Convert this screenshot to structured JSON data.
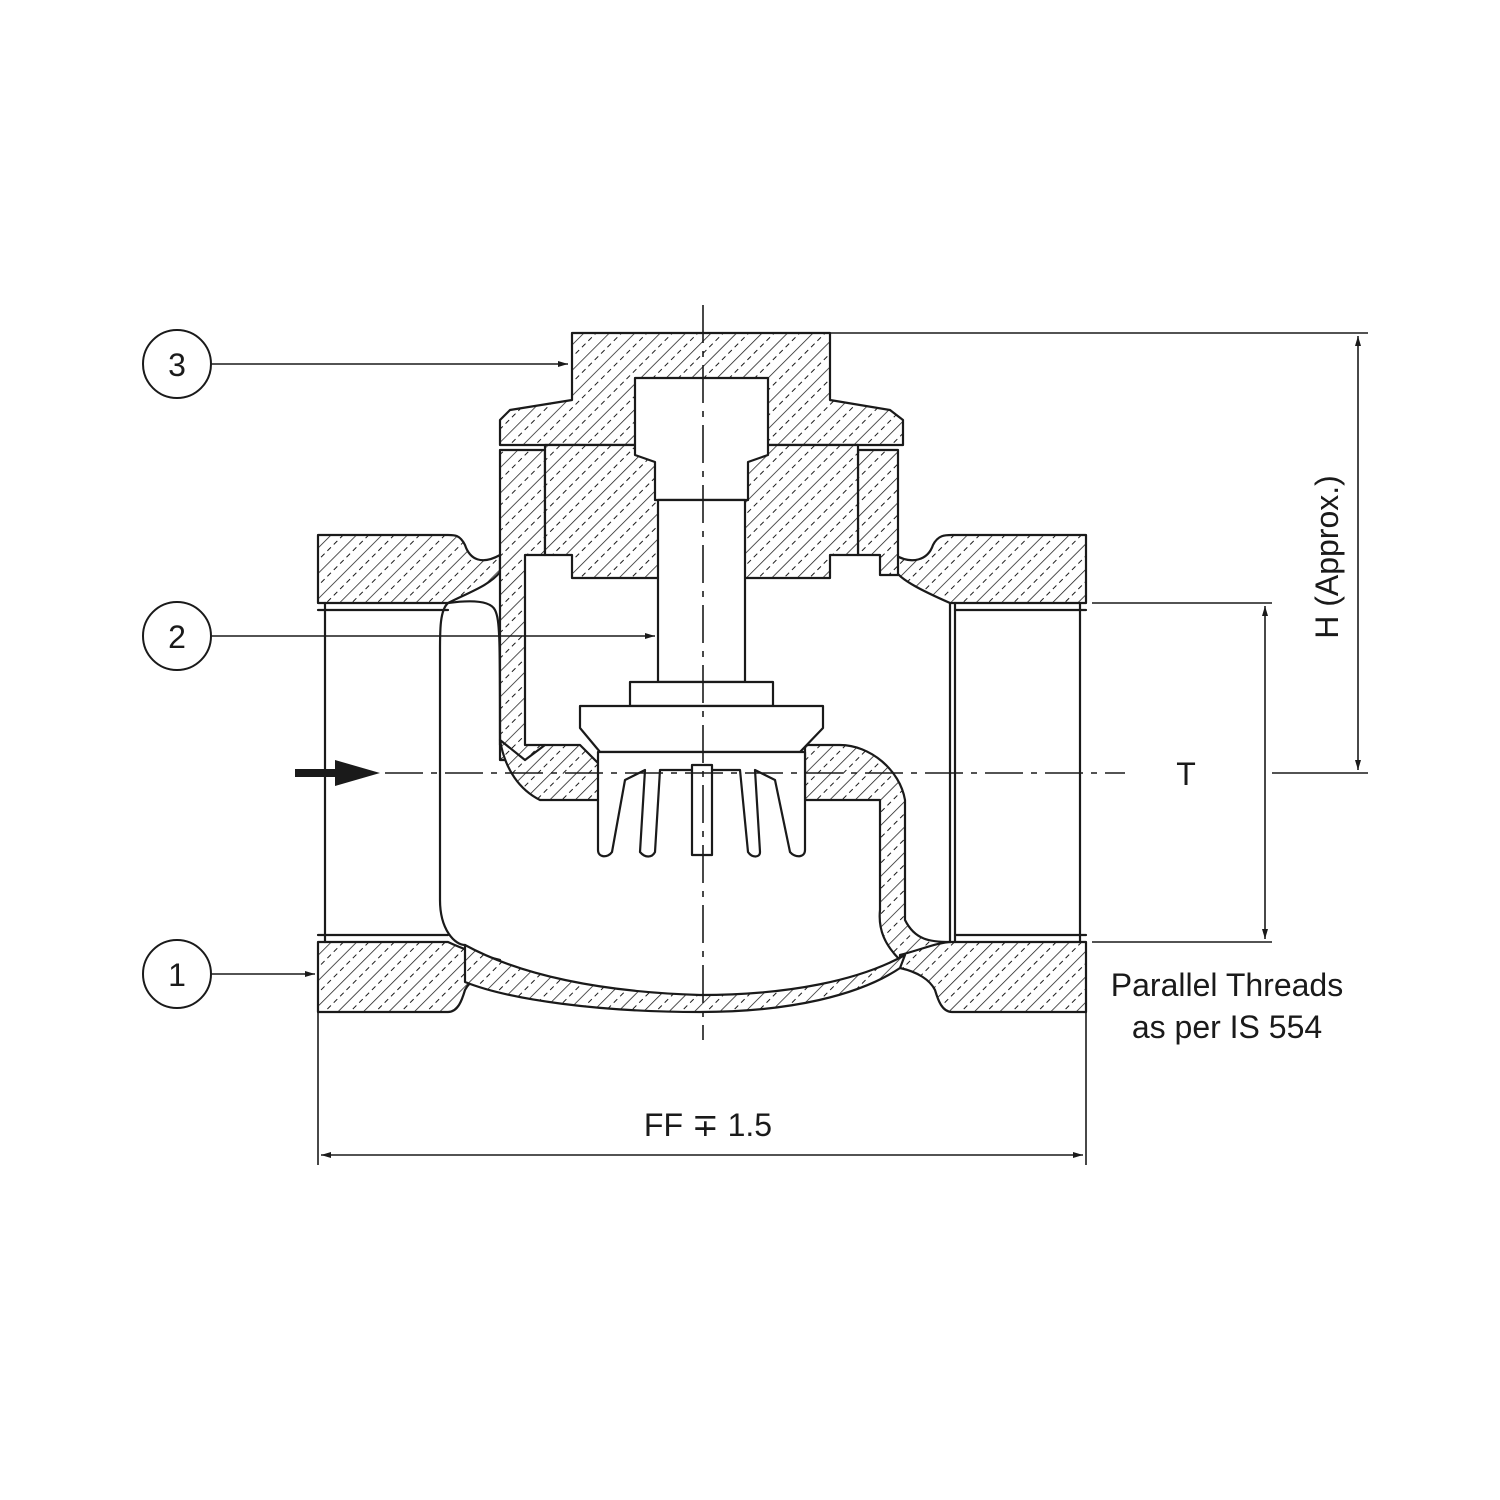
{
  "callouts": [
    {
      "id": "1",
      "label": "1"
    },
    {
      "id": "2",
      "label": "2"
    },
    {
      "id": "3",
      "label": "3"
    }
  ],
  "dimensions": {
    "height_label": "H (Approx.)",
    "thread_size_label": "T",
    "face_to_face_label": "FF ∓ 1.5"
  },
  "notes": {
    "thread_line_1": "Parallel Threads",
    "thread_line_2": "as per IS 554"
  },
  "colors": {
    "line": "#1a1a1a",
    "background": "#ffffff"
  }
}
